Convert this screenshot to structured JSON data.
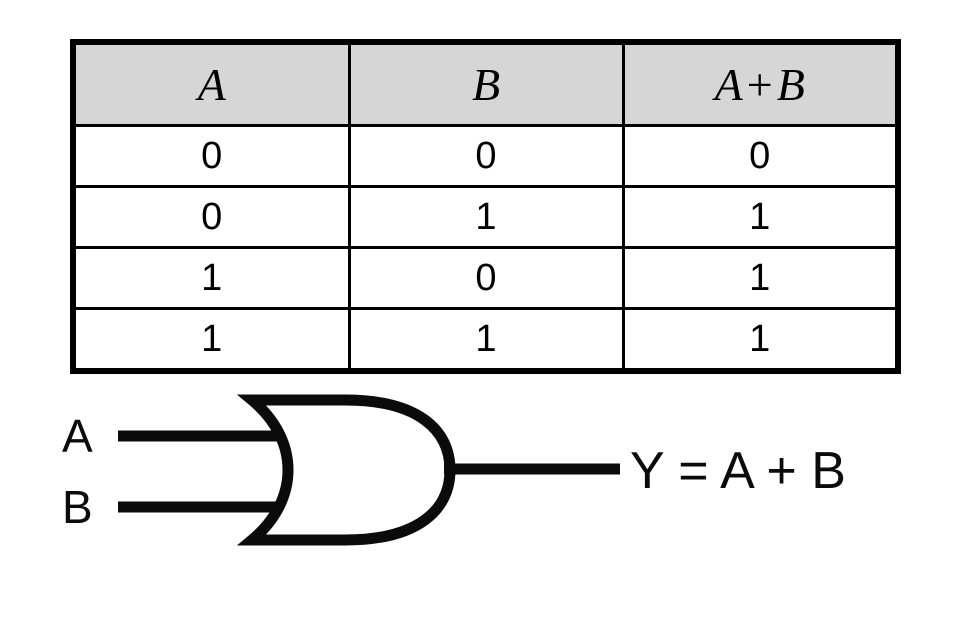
{
  "figure": {
    "title": "OR gate truth table and logic symbol",
    "background_color": "#ffffff",
    "ink_color": "#000000"
  },
  "truth_table": {
    "header_fill": "#d6d6d6",
    "headers": [
      {
        "var": "A",
        "op": "",
        "var2": ""
      },
      {
        "var": "B",
        "op": "",
        "var2": ""
      },
      {
        "var": "A",
        "op": "+",
        "var2": "B"
      }
    ],
    "header_labels": [
      "A",
      "B",
      "A + B"
    ],
    "columns": [
      "A",
      "B",
      "A + B"
    ],
    "rows": [
      {
        "a": "0",
        "b": "0",
        "y": "0"
      },
      {
        "a": "0",
        "b": "1",
        "y": "1"
      },
      {
        "a": "1",
        "b": "0",
        "y": "1"
      },
      {
        "a": "1",
        "b": "1",
        "y": "1"
      }
    ]
  },
  "gate": {
    "type": "OR",
    "input_labels": [
      "A",
      "B"
    ],
    "input_a": "A",
    "input_b": "B",
    "output_expression": "Y = A + B"
  }
}
